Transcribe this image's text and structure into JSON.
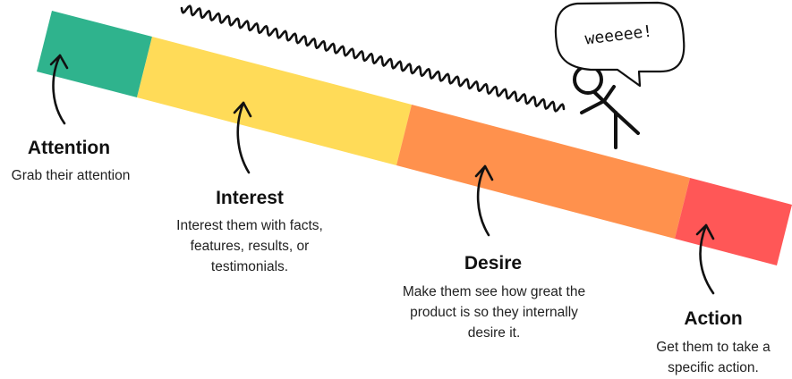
{
  "bar": {
    "segments": [
      {
        "name": "attention",
        "color": "#2fb38d"
      },
      {
        "name": "interest",
        "color": "#ffdb58"
      },
      {
        "name": "desire",
        "color": "#ff914d"
      },
      {
        "name": "action",
        "color": "#ff5757"
      }
    ]
  },
  "speech_bubble": {
    "text": "weeeee!"
  },
  "stages": [
    {
      "title": "Attention",
      "description": "Grab their attention"
    },
    {
      "title": "Interest",
      "description": "Interest them with facts, features, results, or testimonials."
    },
    {
      "title": "Desire",
      "description": "Make them see how great the product is so they internally desire it."
    },
    {
      "title": "Action",
      "description": "Get them to take a specific action."
    }
  ]
}
